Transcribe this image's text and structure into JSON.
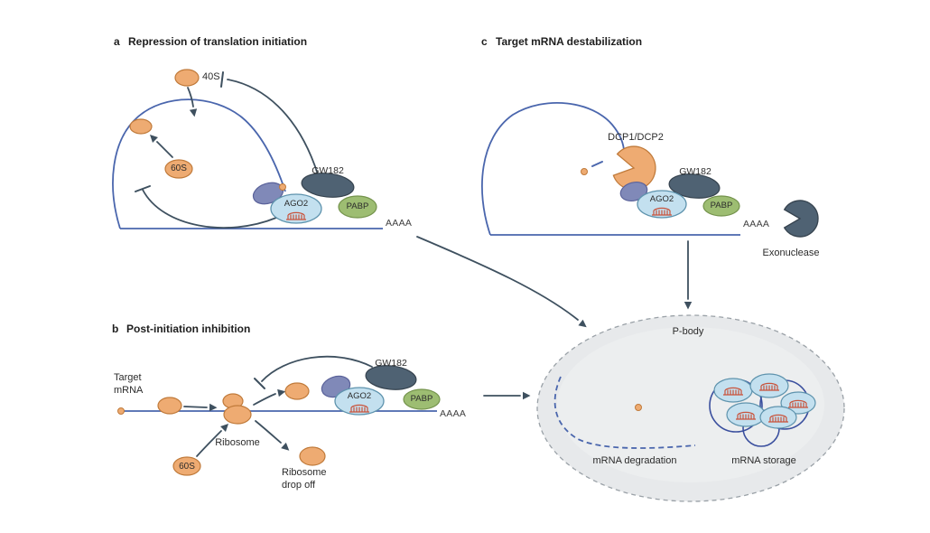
{
  "palette": {
    "mrna_blue": "#4a66ad",
    "ribosome_orange": "#eeab72",
    "ribosome_orange_stroke": "#c07a3a",
    "ago2_blue": "#c3e0ef",
    "ago2_stroke": "#5e93ad",
    "gw182_gray": "#4f6273",
    "pabp_green": "#9dbd72",
    "eif_purple": "#8089b8",
    "mirna_red": "#c9523a",
    "arrow_gray": "#3e505f",
    "pbody_fill": "#e7e9eb"
  },
  "shared": {
    "ago2": "AGO2",
    "gw182": "GW182",
    "pabp": "PABP",
    "polya": "AAAA",
    "s60": "60S"
  },
  "panel_a": {
    "tag": "a",
    "title": "Repression of translation initiation",
    "s40": "40S"
  },
  "panel_b": {
    "tag": "b",
    "title": "Post-initiation inhibition",
    "target_mrna": "Target mRNA",
    "ribosome": "Ribosome",
    "drop_off": "Ribosome drop off"
  },
  "panel_c": {
    "tag": "c",
    "title": "Target mRNA destabilization",
    "dcp": "DCP1/DCP2",
    "exonuclease": "Exonuclease"
  },
  "pbody": {
    "title": "P-body",
    "degradation": "mRNA degradation",
    "storage": "mRNA storage"
  }
}
